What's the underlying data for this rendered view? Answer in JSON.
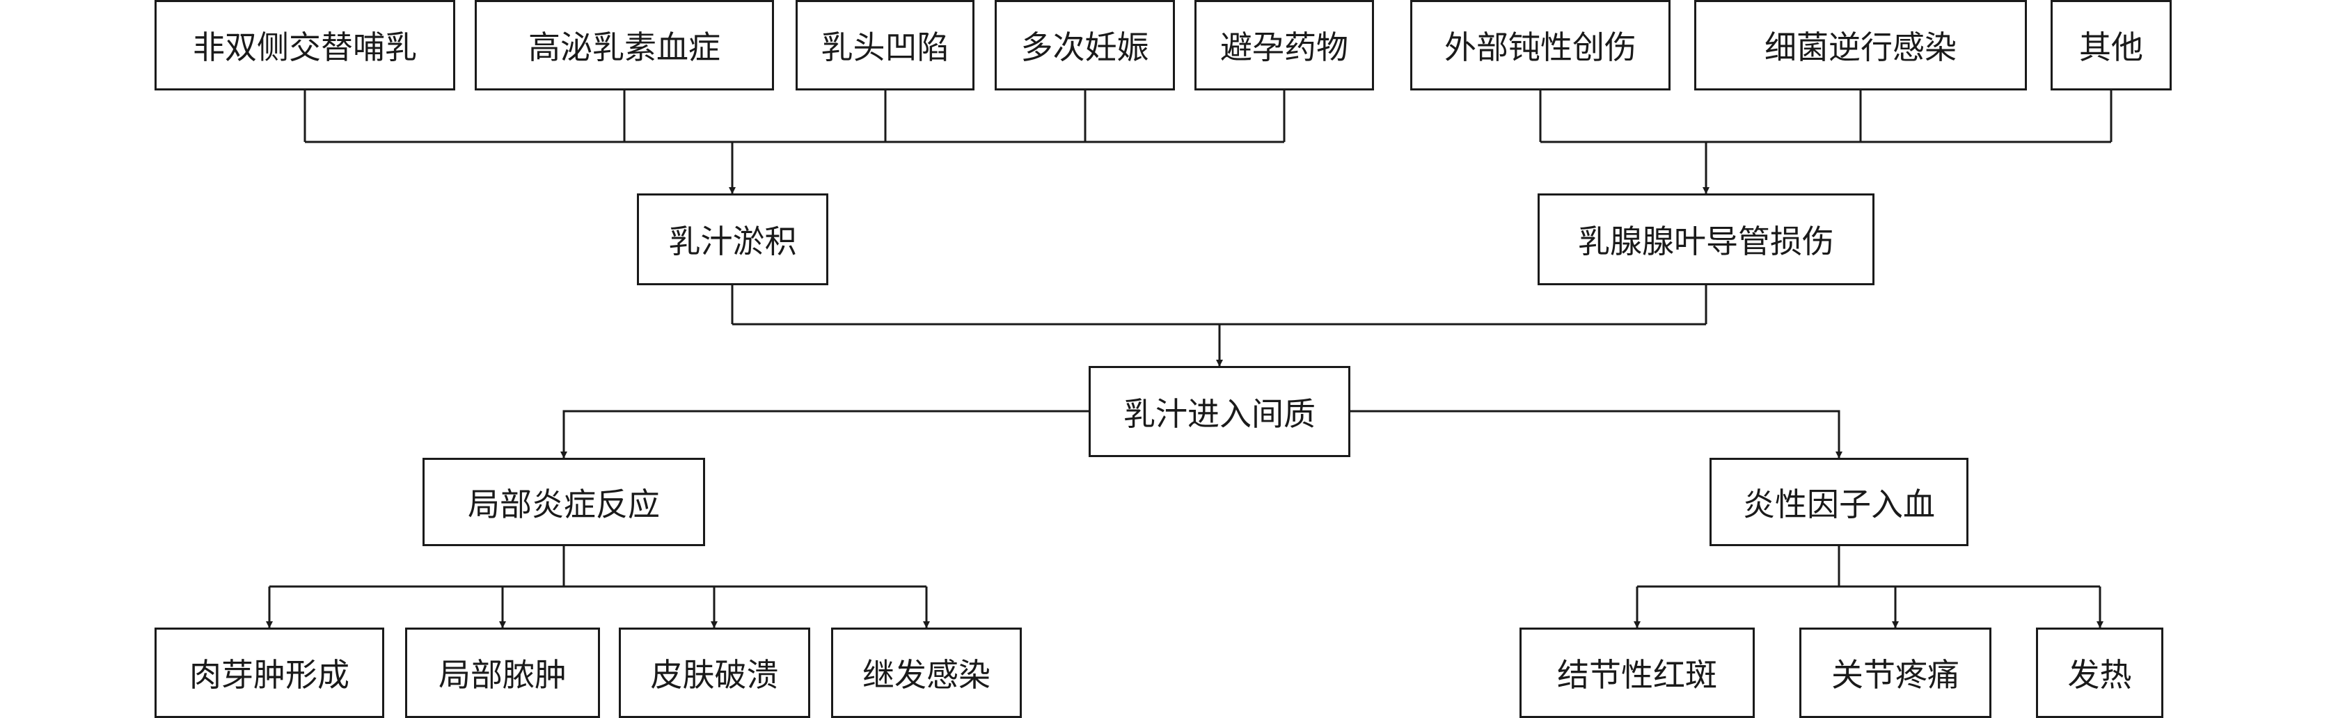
{
  "nodes": {
    "n_fei": "非双侧交替哺乳",
    "n_gao": "高泌乳素血症",
    "n_rutou": "乳头凹陷",
    "n_duoci": "多次妊娠",
    "n_biyun": "避孕药物",
    "n_waibu": "外部钝性创伤",
    "n_xijun": "细菌逆行感染",
    "n_qita": "其他",
    "n_yuji": "乳汁淤积",
    "n_sunshang": "乳腺腺叶导管损伤",
    "n_jinru": "乳汁进入间质",
    "n_jubu": "局部炎症反应",
    "n_yanxing": "炎性因子入血",
    "n_rouya": "肉芽肿形成",
    "n_nongzhong": "局部脓肿",
    "n_pifu": "皮肤破溃",
    "n_jifa": "继发感染",
    "n_jiejie": "结节性红斑",
    "n_guanjie": "关节疼痛",
    "n_fare": "发热"
  }
}
